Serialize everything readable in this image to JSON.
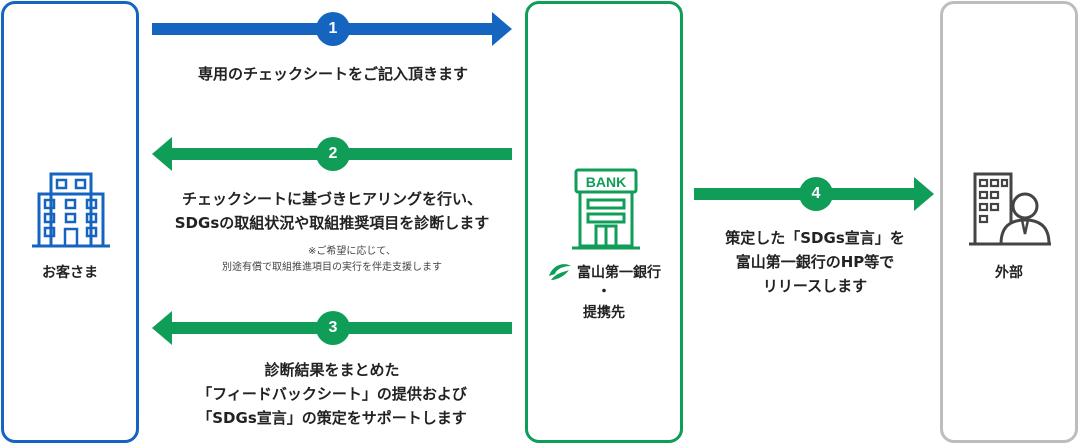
{
  "nodes": {
    "customer": {
      "label": "お客さま",
      "border_color": "#1565c0"
    },
    "bank": {
      "label_name": "富山第一銀行",
      "label_sep": "・",
      "label_partner": "提携先",
      "logo_text": "BANK",
      "border_color": "#0f9d58"
    },
    "external": {
      "label": "外部",
      "border_color": "#bdbdbd"
    }
  },
  "steps": [
    {
      "number": "1",
      "lines": [
        "専用のチェックシートをご記入頂きます"
      ],
      "color": "#1565c0",
      "direction": "right"
    },
    {
      "number": "2",
      "lines": [
        "チェックシートに基づきヒアリングを行い、",
        "SDGsの取組状況や取組推奨項目を診断します"
      ],
      "note": [
        "※ご希望に応じて、",
        "別途有償で取組推進項目の実行を伴走支援します"
      ],
      "color": "#0f9d58",
      "direction": "left"
    },
    {
      "number": "3",
      "lines": [
        "診断結果をまとめた",
        "「フィードバックシート」の提供および",
        "「SDGs宣言」の策定をサポートします"
      ],
      "color": "#0f9d58",
      "direction": "left"
    },
    {
      "number": "4",
      "lines": [
        "策定した「SDGs宣言」を",
        "富山第一銀行のHP等で",
        "リリースします"
      ],
      "color": "#0f9d58",
      "direction": "right"
    }
  ]
}
